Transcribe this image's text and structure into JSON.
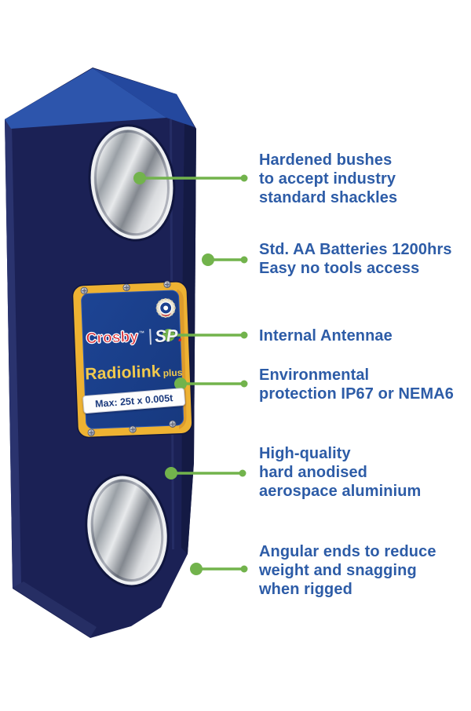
{
  "product_label": {
    "brand_primary": "Crosby",
    "brand_primary_mark": "™",
    "brand_secondary": "SP",
    "brand_secondary_dot": ".",
    "model": "Radiolink",
    "model_suffix": "plus",
    "capacity": "Max: 25t x 0.005t"
  },
  "callouts": [
    {
      "id": "hardened-bushes",
      "lines": [
        "Hardened bushes",
        "to accept industry",
        "standard shackles"
      ]
    },
    {
      "id": "batteries",
      "lines": [
        "Std. AA Batteries 1200hrs",
        "Easy no tools access"
      ]
    },
    {
      "id": "internal-antennae",
      "lines": [
        "Internal Antennae"
      ]
    },
    {
      "id": "environmental-protection",
      "lines": [
        "Environmental",
        "protection IP67 or NEMA6"
      ]
    },
    {
      "id": "aluminium-body",
      "lines": [
        "High-quality",
        "hard anodised",
        "aerospace aluminium"
      ]
    },
    {
      "id": "angular-ends",
      "lines": [
        "Angular ends to reduce",
        "weight and snagging",
        "when rigged"
      ]
    }
  ],
  "colors": {
    "callout_green": "#72b34c",
    "callout_text_blue": "#2d5ca7",
    "device_navy": "#1b2155",
    "device_top_facet": "#2d55ac",
    "label_yellow": "#eeb232",
    "label_panel_blue": "#1c418f",
    "brand_red": "#d6252e",
    "model_gold": "#f2ca4d"
  }
}
